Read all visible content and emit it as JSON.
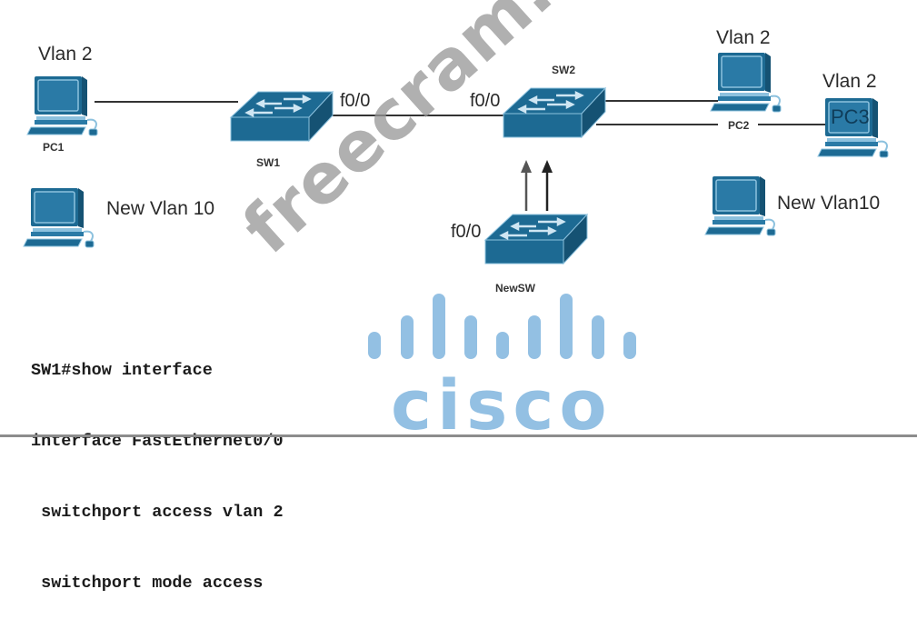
{
  "diagram": {
    "devices": {
      "pc1": {
        "name": "PC1",
        "vlan_label": "Vlan 2"
      },
      "pc2": {
        "name": "PC2",
        "vlan_label": "Vlan 2"
      },
      "pc3": {
        "name": "PC3",
        "vlan_label": "Vlan 2",
        "screen_text": "PC3"
      },
      "pc_new_left": {
        "vlan_label": "New Vlan 10"
      },
      "pc_new_right": {
        "vlan_label": "New Vlan10"
      },
      "sw1": {
        "name": "SW1",
        "port_label": "f0/0"
      },
      "sw2": {
        "name": "SW2",
        "port_label": "f0/0"
      },
      "newsw": {
        "name": "NewSW",
        "port_label": "f0/0"
      }
    },
    "cli_output": [
      "SW1#show interface",
      "interface FastEthernet0/0",
      " switchport access vlan 2",
      " switchport mode access"
    ],
    "logo_text": "cisco",
    "watermark": "freecram.net",
    "colors": {
      "device_blue": "#1d6a93",
      "device_light": "#8cc1de",
      "cisco_blue": "#93c0e3",
      "link": "#333333"
    }
  }
}
